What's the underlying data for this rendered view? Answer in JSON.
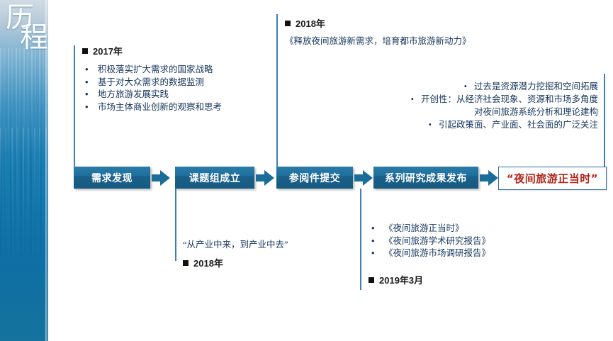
{
  "sidebar": {
    "title_char1": "历",
    "title_char2": "程",
    "accent_top": "#cfdbe4",
    "accent_bottom": "#16739d"
  },
  "blocks": {
    "y2017": {
      "header": "2017年",
      "bullets": [
        "积极落实扩大需求的国家战略",
        "基于对大众需求的数据监测",
        "地方旅游发展实践",
        "市场主体商业创新的观察和思考"
      ]
    },
    "y2018_top": {
      "header": "2018年",
      "subtitle": "《释放夜间旅游新需求，培育都市旅游新动力》"
    },
    "achievements": {
      "lines": [
        "过去是资源潜力挖掘和空间拓展",
        "开创性：从经济社会现象、资源和市场多角度",
        "对夜间旅游系统分析和理论建构",
        "引起政策面、产业面、社会面的广泛关注"
      ]
    },
    "quote_block": {
      "quote": "“从产业中来，到产业中去”",
      "header": "2018年"
    },
    "reports": {
      "items": [
        "《夜间旅游正当时》",
        "《夜间旅游学术研究报告》",
        "《夜间旅游市场调研报告》"
      ],
      "header": "2019年3月"
    }
  },
  "flow": {
    "steps": [
      {
        "label": "需求发现"
      },
      {
        "label": "课题组成立"
      },
      {
        "label": "参阅件提交"
      },
      {
        "label": "系列研究成果发布"
      }
    ],
    "final": {
      "label": "“夜间旅游正当时”",
      "text_color": "#b42318",
      "border_color": "#2e6ca4"
    },
    "box_color": "#1f6f9c",
    "arrow_color": "#1b6d99"
  }
}
